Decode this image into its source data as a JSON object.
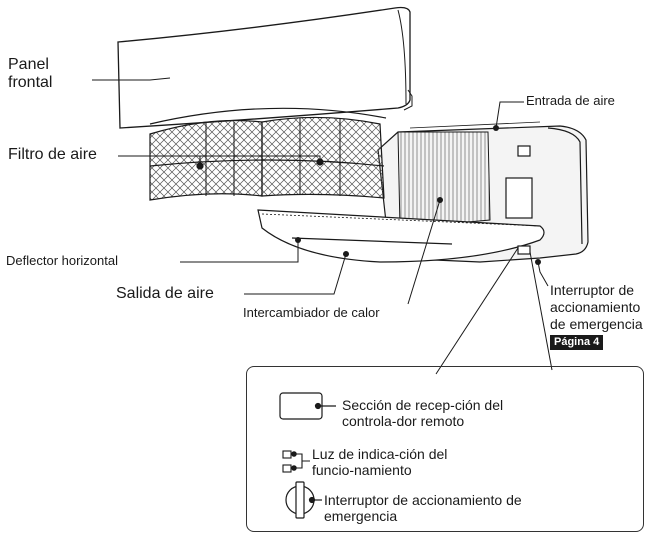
{
  "labels": {
    "front_panel_l1": "Panel",
    "front_panel_l2": "frontal",
    "air_inlet": "Entrada de aire",
    "air_filter": "Filtro de aire",
    "horizontal_deflector": "Deflector horizontal",
    "air_outlet": "Salida de aire",
    "heat_exchanger": "Intercambiador de calor",
    "emergency_switch_l1": "Interruptor de",
    "emergency_switch_l2": "accionamiento",
    "emergency_switch_l3": "de emergencia",
    "page_badge": "Página 4"
  },
  "detail": {
    "receiver_l1": "Sección de recep-ción del",
    "receiver_l2": "controla-dor remoto",
    "indicator_l1": "Luz de indica-ción del",
    "indicator_l2": "funcio-namiento",
    "emergency_l1": "Interruptor de accionamiento de",
    "emergency_l2": "emergencia"
  },
  "colors": {
    "line": "#1a1a1a",
    "unit_fill": "#f4f4f4",
    "panel_fill": "#ffffff",
    "badge_bg": "#1a1a1a"
  }
}
